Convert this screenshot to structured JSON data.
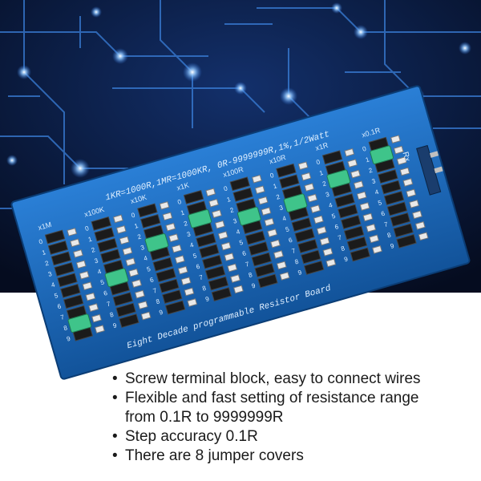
{
  "board": {
    "spec_text": "1KR=1000R,1MR=1000KR, 0R-9999999R,1%,1/2Watt",
    "title_text": "Eight Decade programmable Resistor Board",
    "terminal_label": "Rx",
    "decades": [
      "x1M",
      "x100K",
      "x10K",
      "x1K",
      "x100R",
      "x10R",
      "x1R",
      "x0.1R"
    ],
    "digits": [
      "0",
      "1",
      "2",
      "3",
      "4",
      "5",
      "6",
      "7",
      "8",
      "9"
    ],
    "jumper_positions": [
      8,
      5,
      3,
      2,
      3,
      3,
      2,
      1
    ]
  },
  "bullets": {
    "item1": "Screw terminal block, easy to connect wires",
    "item2": "Flexible and fast setting of resistance range",
    "item2_cont": "from 0.1R to 9999999R",
    "item3": "Step accuracy 0.1R",
    "item4": "There are 8 jumper covers"
  },
  "colors": {
    "background_top": "#0a1a3a",
    "circuit_glow": "#4fa3ff",
    "pcb_blue": "#1d6fc4",
    "jumper_green": "#3fc48a",
    "text": "#1a1a1a"
  }
}
